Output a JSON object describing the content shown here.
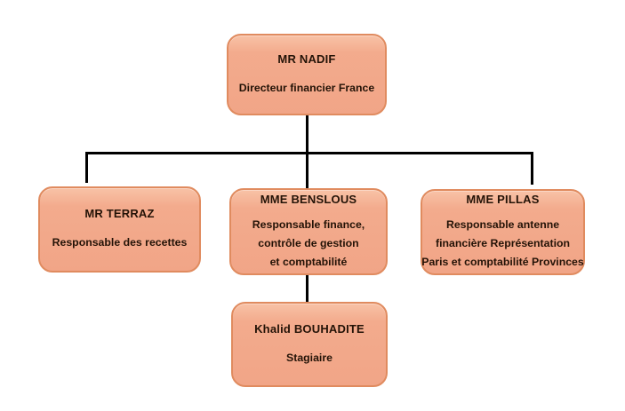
{
  "diagram": {
    "type": "org-chart",
    "background": "#ffffff",
    "colors": {
      "box_fill": "#F1A587",
      "box_fill_highlight": "#F8C2A6",
      "box_border": "#E08B5F",
      "text": "#241307",
      "connector": "#000000"
    },
    "nodes": [
      {
        "id": "nadif",
        "name": "MR NADIF",
        "role_lines": [
          "Directeur financier France"
        ]
      },
      {
        "id": "terraz",
        "name": "MR TERRAZ",
        "role_lines": [
          "Responsable des recettes"
        ]
      },
      {
        "id": "benslous",
        "name": "MME BENSLOUS",
        "role_lines": [
          "Responsable finance,",
          "contrôle de gestion",
          "et comptabilité"
        ]
      },
      {
        "id": "pillas",
        "name": "MME PILLAS",
        "role_lines": [
          "Responsable antenne",
          "financière Représentation",
          "Paris et comptabilité Provinces"
        ]
      },
      {
        "id": "bouhadite",
        "name": "Khalid BOUHADITE",
        "role_lines": [
          "Stagiaire"
        ]
      }
    ],
    "edges": [
      {
        "from": "nadif",
        "to": "terraz"
      },
      {
        "from": "nadif",
        "to": "benslous"
      },
      {
        "from": "nadif",
        "to": "pillas"
      },
      {
        "from": "benslous",
        "to": "bouhadite"
      }
    ]
  }
}
